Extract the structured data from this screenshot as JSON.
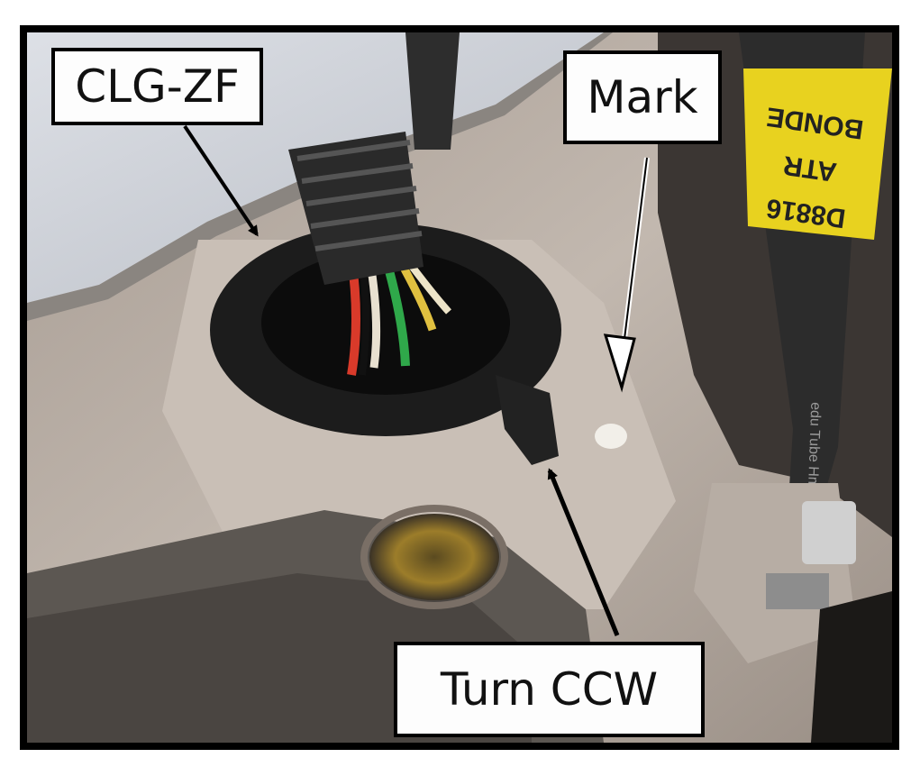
{
  "callouts": {
    "connector_label": "CLG-ZF",
    "mark_label": "Mark",
    "turn_label": "Turn CCW"
  },
  "harness_tag": {
    "lines": [
      "BONDE",
      "ATR",
      "D8816"
    ]
  },
  "sleeve_text": "edu Tube Hmz",
  "colors": {
    "background": "#ffffff",
    "frame": "#000000",
    "casting": "#b5aaa0",
    "connector": "#1c1c1c",
    "tag_yellow": "#e8d21f"
  }
}
